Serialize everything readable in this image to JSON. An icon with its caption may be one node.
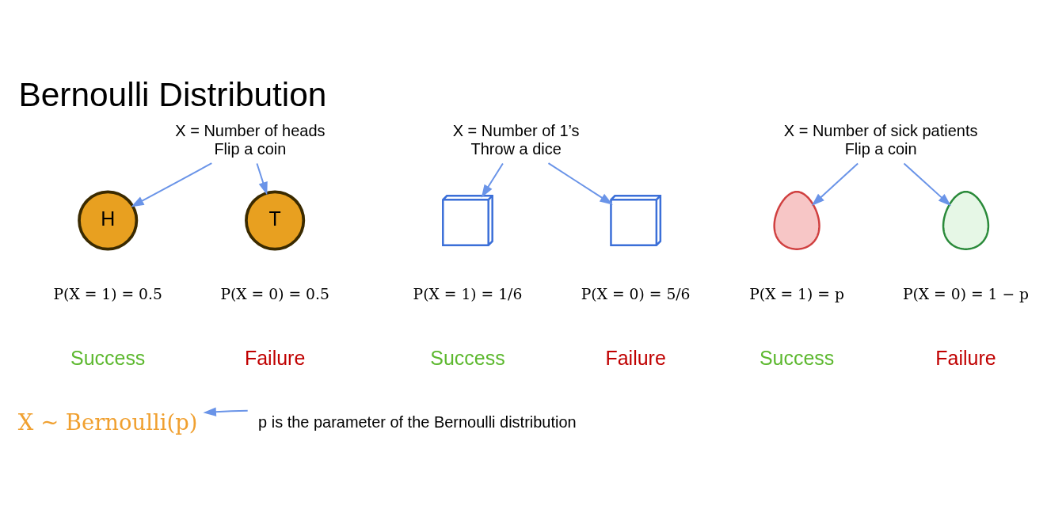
{
  "diagram": {
    "title": "Bernoulli Distribution",
    "nodes": [
      {
        "text": [
          "X = Number of heads",
          "Flip a coin"
        ]
      },
      {
        "text": [
          "H"
        ],
        "beside": [
          "P(X = 1) = 0.5",
          "Success"
        ]
      },
      {
        "text": [
          "T"
        ],
        "beside": [
          "P(X = 0) = 0.5",
          "Failure"
        ]
      },
      {
        "text": [
          "X = Number of 1’s",
          "Throw a dice"
        ]
      },
      {
        "text": [],
        "shape": "cube",
        "beside": [
          "P(X = 1) = 1/6",
          "Success"
        ]
      },
      {
        "text": [],
        "shape": "cube",
        "beside": [
          "P(X = 0) = 5/6",
          "Failure"
        ]
      },
      {
        "text": [
          "X = Number of sick patients",
          "Flip a coin"
        ]
      },
      {
        "text": [],
        "shape": "person",
        "beside": [
          "P(X = 1) = p",
          "Success"
        ]
      },
      {
        "text": [],
        "shape": "person",
        "beside": [
          "P(X = 0) = 1 − p",
          "Failure"
        ]
      },
      {
        "text": [
          "X ~ Bernoulli(p)"
        ]
      },
      {
        "text": [
          "p is the parameter of the Bernoulli distribution"
        ]
      }
    ],
    "edges": [
      {
        "from": 0,
        "to": 1,
        "arrow": "to"
      },
      {
        "from": 0,
        "to": 2,
        "arrow": "to"
      },
      {
        "from": 3,
        "to": 4,
        "arrow": "to"
      },
      {
        "from": 3,
        "to": 5,
        "arrow": "to"
      },
      {
        "from": 6,
        "to": 7,
        "arrow": "to"
      },
      {
        "from": 6,
        "to": 8,
        "arrow": "to"
      },
      {
        "from": 10,
        "to": 9,
        "arrow": "to"
      }
    ]
  }
}
